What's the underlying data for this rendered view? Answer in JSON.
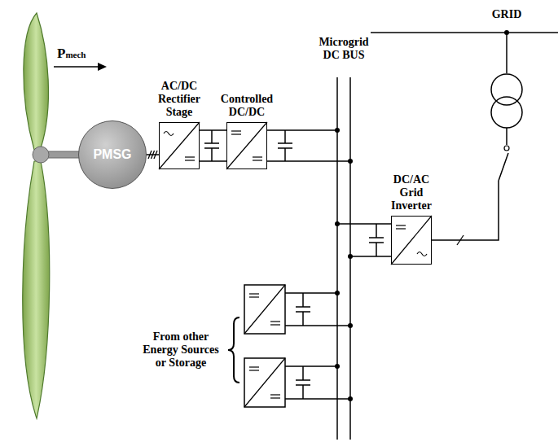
{
  "diagram": {
    "nodes": [
      {
        "text": [
          "PMSG"
        ]
      },
      {
        "text": [
          "AC/DC Rectifier Stage"
        ]
      },
      {
        "text": [
          "Controlled DC/DC"
        ]
      },
      {
        "text": [
          "DC/AC Grid Inverter"
        ]
      }
    ],
    "edges": [
      {
        "from": 0,
        "to": 1,
        "arrow": "none"
      },
      {
        "from": 1,
        "to": 2,
        "arrow": "none"
      }
    ],
    "labels": [
      "Pmech",
      "Microgrid DC BUS",
      "GRID",
      "From other Energy Sources or Storage"
    ]
  }
}
